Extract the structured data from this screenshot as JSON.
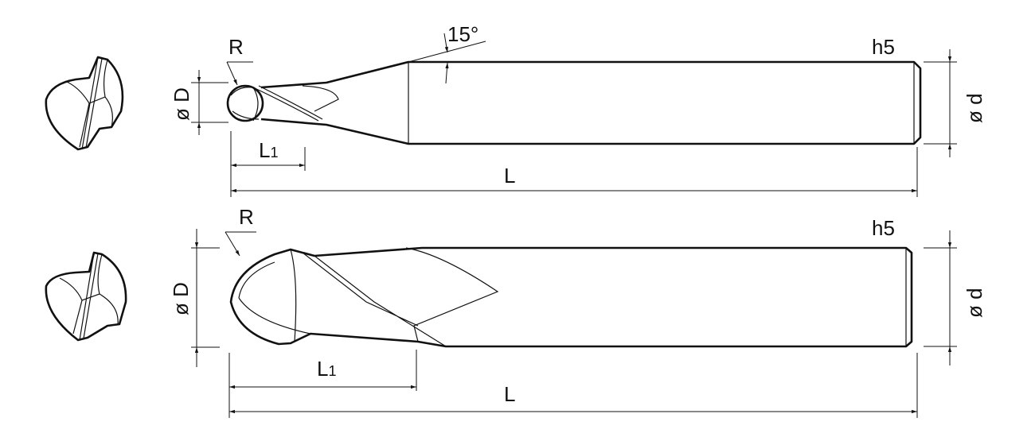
{
  "top_tool": {
    "radius_label": "R",
    "diameter_label": "ø D",
    "flute_length_label": "L",
    "flute_length_sub": "1",
    "overall_length_label": "L",
    "angle_label": "15°",
    "tolerance_label": "h5",
    "shank_diameter_label": "ø d"
  },
  "bottom_tool": {
    "radius_label": "R",
    "diameter_label": "ø D",
    "flute_length_label": "L",
    "flute_length_sub": "1",
    "overall_length_label": "L",
    "tolerance_label": "h5",
    "shank_diameter_label": "ø d"
  },
  "colors": {
    "line": "#111111",
    "background": "#ffffff"
  }
}
